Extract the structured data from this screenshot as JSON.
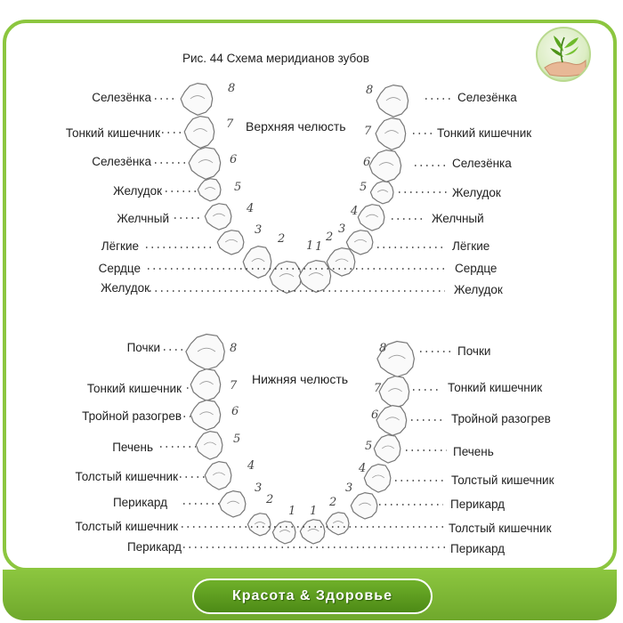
{
  "caption": "Рис. 44 Схема меридианов зубов",
  "upper": {
    "title": "Верхняя челюсть",
    "left": [
      "Селезёнка",
      "Тонкий кишечник",
      "Селезёнка",
      "Желудок",
      "Желчный",
      "Лёгкие",
      "Сердце",
      "Желудок"
    ],
    "right": [
      "Селезёнка",
      "Тонкий кишечник",
      "Селезёнка",
      "Желудок",
      "Желчный",
      "Лёгкие",
      "Сердце",
      "Желудок"
    ],
    "numbers": [
      "8",
      "7",
      "6",
      "5",
      "4",
      "3",
      "2",
      "1"
    ]
  },
  "lower": {
    "title": "Нижняя челюсть",
    "left": [
      "Почки",
      "Тонкий кишечник",
      "Тройной разогрев",
      "Печень",
      "Толстый кишечник",
      "Перикард",
      "Толстый кишечник",
      "Перикард"
    ],
    "right": [
      "Почки",
      "Тонкий кишечник",
      "Тройной разогрев",
      "Печень",
      "Толстый кишечник",
      "Перикард",
      "Толстый кишечник",
      "Перикард"
    ],
    "numbers": [
      "8",
      "7",
      "6",
      "5",
      "4",
      "3",
      "2",
      "1"
    ]
  },
  "brand": "Красота & Здоровье",
  "icons": {
    "logo": "leaf-hand-logo-icon"
  },
  "colors": {
    "frame": "#8cc63f",
    "band": "#6fa82c"
  }
}
